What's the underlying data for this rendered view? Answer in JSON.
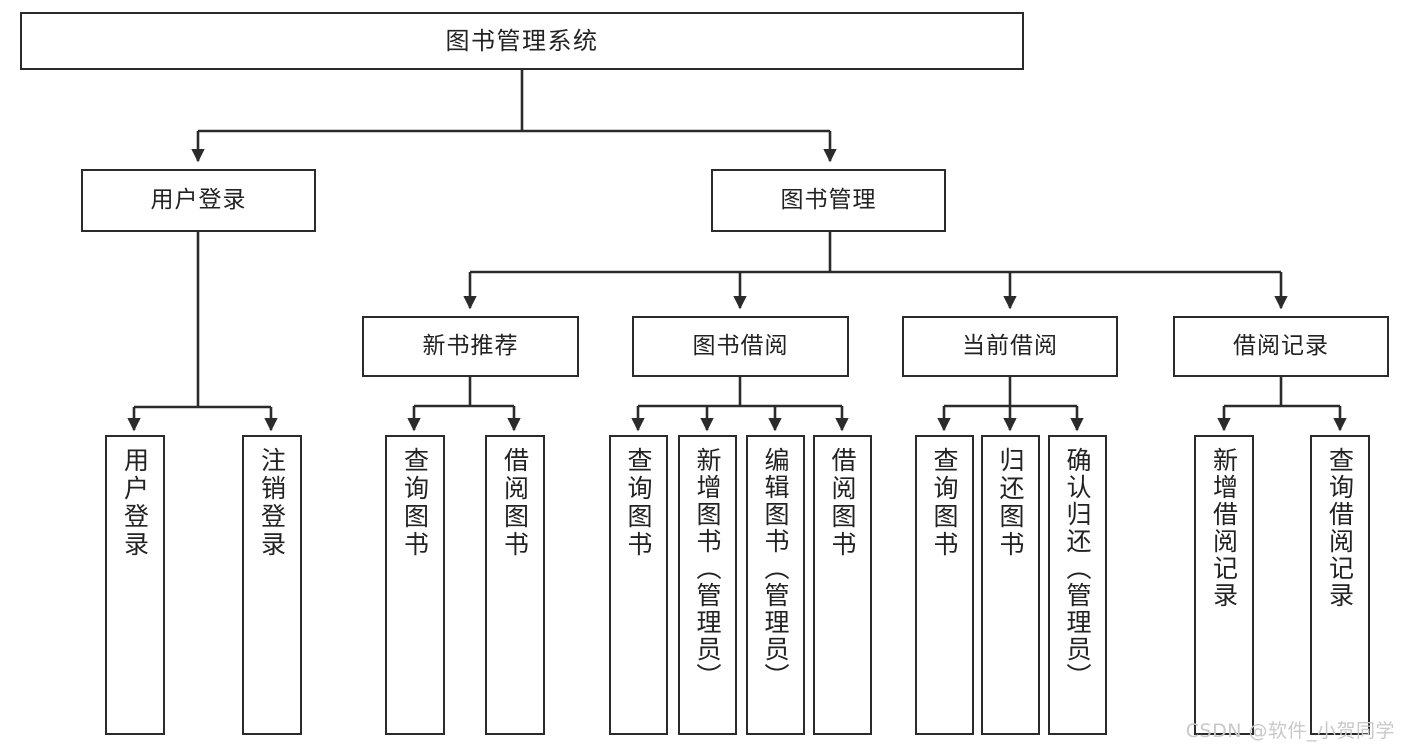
{
  "diagram": {
    "title": "图书管理系统",
    "type": "tree-structure-chart",
    "watermark": "CSDN @软件_小贺同学",
    "colors": {
      "background": "#ffffff",
      "box_border": "#2b2b2b",
      "box_fill": "#ffffff",
      "text": "#1a1a1a",
      "edge": "#2b2b2b",
      "watermark": "#c9c9c9"
    },
    "nodes": {
      "root": {
        "label": "图书管理系统"
      },
      "level2": [
        {
          "id": "user-login",
          "label": "用户登录"
        },
        {
          "id": "book-manage",
          "label": "图书管理"
        }
      ],
      "level3": [
        {
          "id": "new-book-recommend",
          "label": "新书推荐"
        },
        {
          "id": "book-borrow",
          "label": "图书借阅"
        },
        {
          "id": "current-borrow",
          "label": "当前借阅"
        },
        {
          "id": "borrow-record",
          "label": "借阅记录"
        }
      ],
      "leaves": {
        "user_login": [
          {
            "id": "leaf-user-login",
            "label": "用户登录"
          },
          {
            "id": "leaf-logout-login",
            "label": "注销登录"
          }
        ],
        "new_book_recommend": [
          {
            "id": "leaf-query-book-1",
            "label": "查询图书"
          },
          {
            "id": "leaf-borrow-book-1",
            "label": "借阅图书"
          }
        ],
        "book_borrow": [
          {
            "id": "leaf-query-book-2",
            "label": "查询图书"
          },
          {
            "id": "leaf-add-book-admin",
            "label": "新增图书（管理员）"
          },
          {
            "id": "leaf-edit-book-admin",
            "label": "编辑图书（管理员）"
          },
          {
            "id": "leaf-borrow-book-2",
            "label": "借阅图书"
          }
        ],
        "current_borrow": [
          {
            "id": "leaf-query-book-3",
            "label": "查询图书"
          },
          {
            "id": "leaf-return-book",
            "label": "归还图书"
          },
          {
            "id": "leaf-confirm-return-admin",
            "label": "确认归还（管理员）"
          }
        ],
        "borrow_record": [
          {
            "id": "leaf-add-borrow-record",
            "label": "新增借阅记录"
          },
          {
            "id": "leaf-query-borrow-record",
            "label": "查询借阅记录"
          }
        ]
      }
    }
  }
}
